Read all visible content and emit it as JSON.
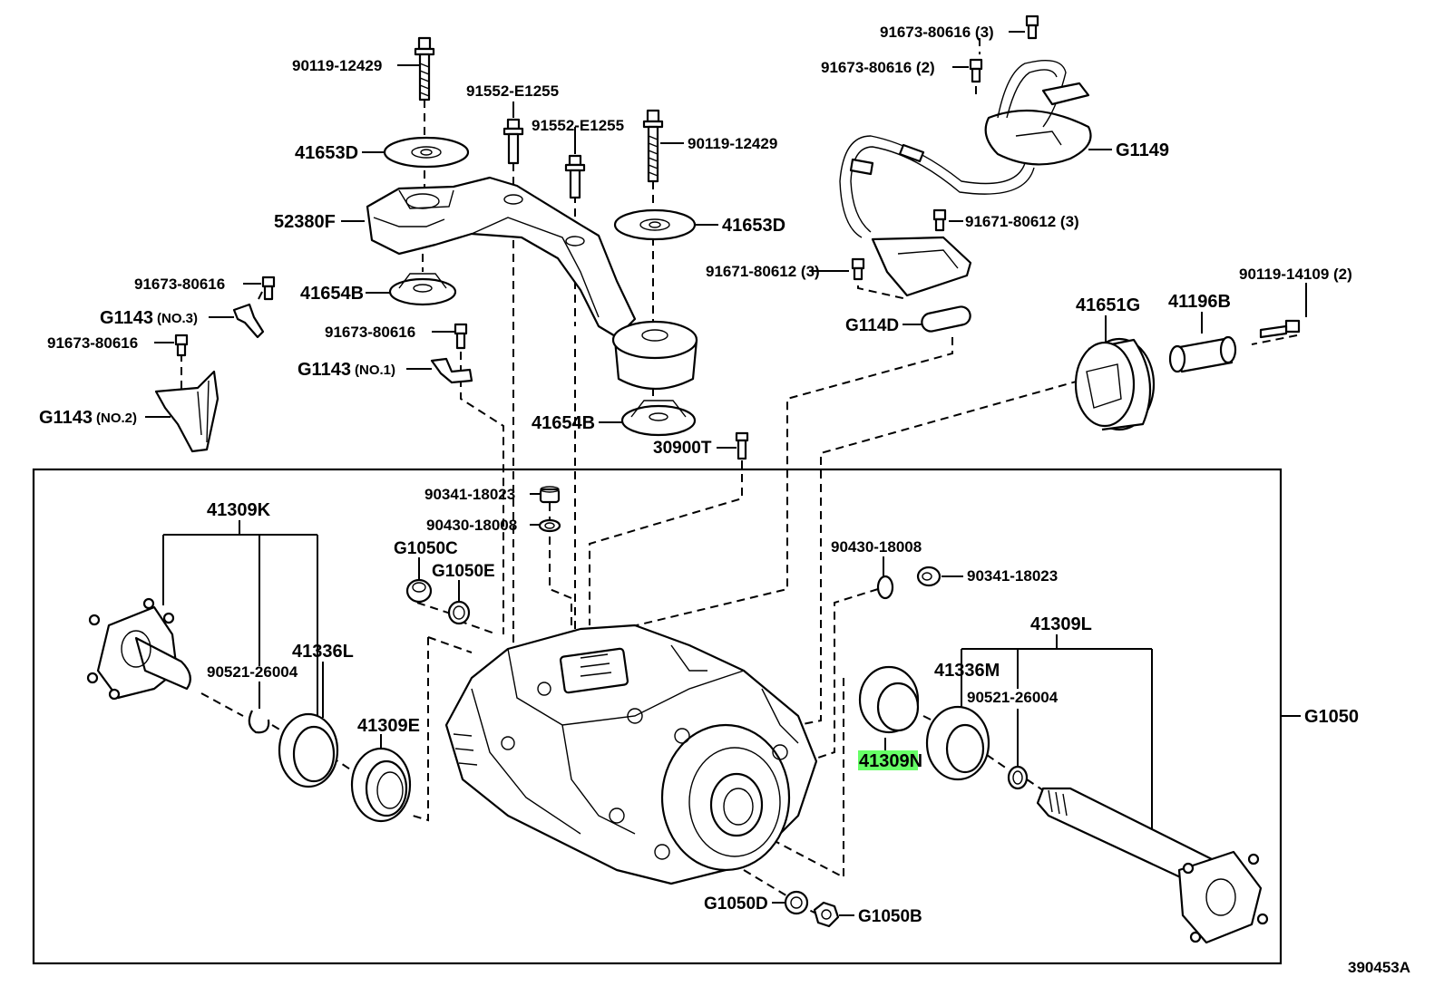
{
  "diagram_number": "390453A",
  "labels": {
    "l_90119_12429_top": "90119-12429",
    "l_91552_E1255_a": "91552-E1255",
    "l_91552_E1255_b": "91552-E1255",
    "l_90119_12429_right": "90119-12429",
    "l_41653D_left": "41653D",
    "l_41653D_right": "41653D",
    "l_52380F": "52380F",
    "l_41654B_upper": "41654B",
    "l_41654B_lower": "41654B",
    "l_91673_80616_a": "91673-80616",
    "l_91673_80616_b": "91673-80616",
    "l_91673_80616_c": "91673-80616",
    "l_G1143_no3": "G1143",
    "l_G1143_no3_suffix": "(NO.3)",
    "l_G1143_no1": "G1143",
    "l_G1143_no1_suffix": "(NO.1)",
    "l_G1143_no2": "G1143",
    "l_G1143_no2_suffix": "(NO.2)",
    "l_30900T": "30900T",
    "l_91673_80616_3": "91673-80616 (3)",
    "l_91673_80616_2": "91673-80616 (2)",
    "l_G1149": "G1149",
    "l_91671_80612_3a": "91671-80612 (3)",
    "l_91671_80612_3b": "91671-80612 (3)",
    "l_G114D": "G114D",
    "l_90119_14109_2": "90119-14109 (2)",
    "l_41651G": "41651G",
    "l_41196B": "41196B",
    "l_90341_18023_a": "90341-18023",
    "l_90430_18008_a": "90430-18008",
    "l_G1050C": "G1050C",
    "l_G1050E": "G1050E",
    "l_41309K": "41309K",
    "l_90521_26004_left": "90521-26004",
    "l_41336L": "41336L",
    "l_41309E": "41309E",
    "l_90430_18008_b": "90430-18008",
    "l_90341_18023_b": "90341-18023",
    "l_41309L": "41309L",
    "l_41336M": "41336M",
    "l_90521_26004_right": "90521-26004",
    "l_41309N": "41309N",
    "l_G1050": "G1050",
    "l_G1050D": "G1050D",
    "l_G1050B": "G1050B"
  },
  "highlight_color": "#66ff66"
}
